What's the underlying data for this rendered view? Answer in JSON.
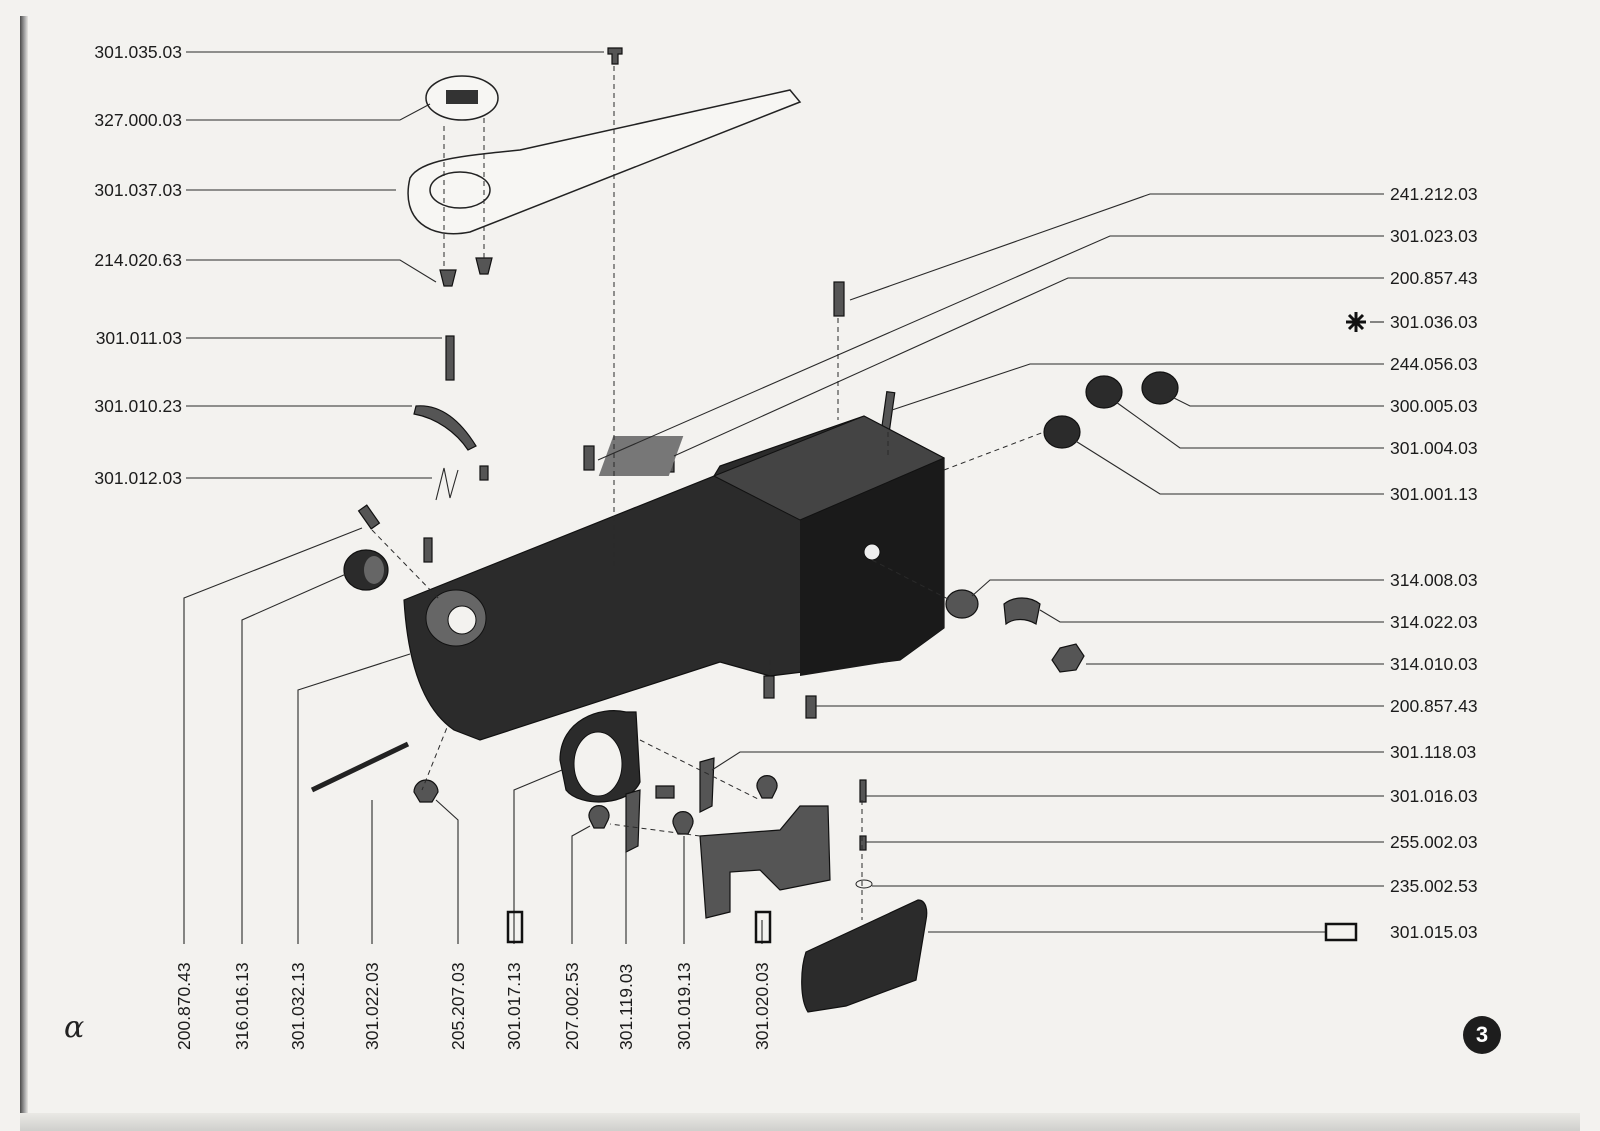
{
  "page_number": "3",
  "labels_left": [
    "301.035.03",
    "327.000.03",
    "301.037.03",
    "214.020.63",
    "301.011.03",
    "301.010.23",
    "301.012.03"
  ],
  "labels_right": [
    "241.212.03",
    "301.023.03",
    "200.857.43",
    "301.036.03",
    "244.056.03",
    "300.005.03",
    "301.004.03",
    "301.001.13",
    "314.008.03",
    "314.022.03",
    "314.010.03",
    "200.857.43",
    "301.118.03",
    "301.016.03",
    "255.002.03",
    "235.002.53",
    "301.015.03"
  ],
  "labels_bottom": [
    "200.870.43",
    "316.016.13",
    "301.032.13",
    "301.022.03",
    "205.207.03",
    "301.017.13",
    "207.002.53",
    "301.119.03",
    "301.019.13",
    "301.020.03"
  ],
  "icons": {
    "asterisk_mark": "asterisk-icon",
    "small_part_box": "rectangle-marker-icon"
  }
}
